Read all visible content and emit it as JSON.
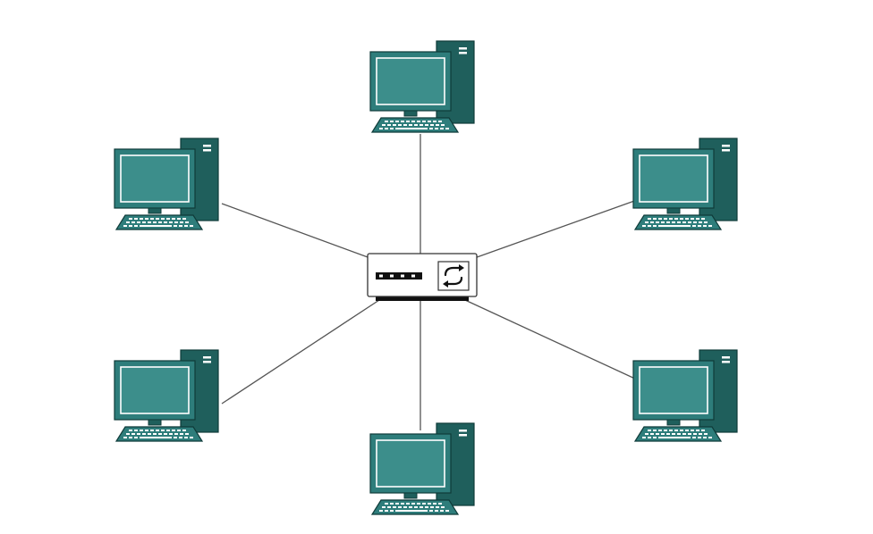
{
  "diagram": {
    "type": "network-topology",
    "topology": "star",
    "hub": {
      "kind": "switch",
      "icon": "network-switch-icon",
      "port_count": 4,
      "symbol": "refresh-arrows-icon"
    },
    "nodes": [
      {
        "id": "top",
        "kind": "computer",
        "icon": "desktop-computer-icon"
      },
      {
        "id": "upper-left",
        "kind": "computer",
        "icon": "desktop-computer-icon"
      },
      {
        "id": "upper-right",
        "kind": "computer",
        "icon": "desktop-computer-icon"
      },
      {
        "id": "lower-left",
        "kind": "computer",
        "icon": "desktop-computer-icon"
      },
      {
        "id": "lower-right",
        "kind": "computer",
        "icon": "desktop-computer-icon"
      },
      {
        "id": "bottom",
        "kind": "computer",
        "icon": "desktop-computer-icon"
      }
    ],
    "links": [
      {
        "from": "hub",
        "to": "top"
      },
      {
        "from": "hub",
        "to": "upper-left"
      },
      {
        "from": "hub",
        "to": "upper-right"
      },
      {
        "from": "hub",
        "to": "lower-left"
      },
      {
        "from": "hub",
        "to": "lower-right"
      },
      {
        "from": "hub",
        "to": "bottom"
      }
    ],
    "colors": {
      "computer_fill": "#2e7d7b",
      "computer_dark": "#1f5f5c",
      "screen_fill": "#3c8e8b",
      "outline": "#0f3b39",
      "cable": "#555555",
      "switch_body": "#ffffff",
      "switch_base": "#111111"
    }
  }
}
